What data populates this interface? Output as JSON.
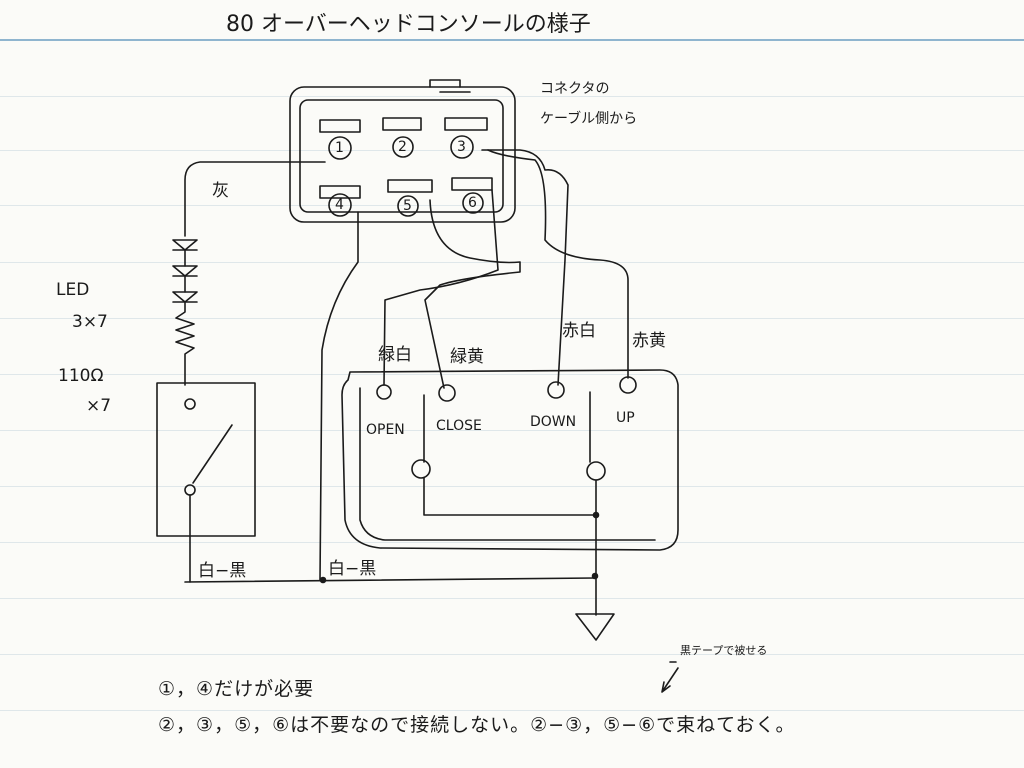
{
  "title": "80 オーバーヘッドコンソールの様子",
  "connector_caption": {
    "line1": "コネクタの",
    "line2": "ケーブル側から"
  },
  "pins": [
    "1",
    "2",
    "3",
    "4",
    "5",
    "6"
  ],
  "wire_labels": {
    "ground": "灰",
    "green_white": "緑白",
    "green_yellow": "緑黄",
    "red_white": "赤白",
    "red_yellow": "赤黄",
    "white_black_left": "白−黒",
    "white_black_right": "白−黒"
  },
  "component_labels": {
    "led": "LED",
    "led_count": "3×7",
    "resistor": "110Ω",
    "resistor_count": "×7"
  },
  "terminal_labels": {
    "open": "OPEN",
    "close": "CLOSE",
    "down": "DOWN",
    "up": "UP"
  },
  "notes": {
    "tape_note": "黒テープで被せる",
    "line1": "①，④だけが必要",
    "line2": "②，③，⑤，⑥は不要なので接続しない。②−③，⑤−⑥で束ねておく。"
  },
  "colors": {
    "ink": "#1b1b1b",
    "paper": "#fbfbf8",
    "header_rule": "#8fb5cf"
  }
}
